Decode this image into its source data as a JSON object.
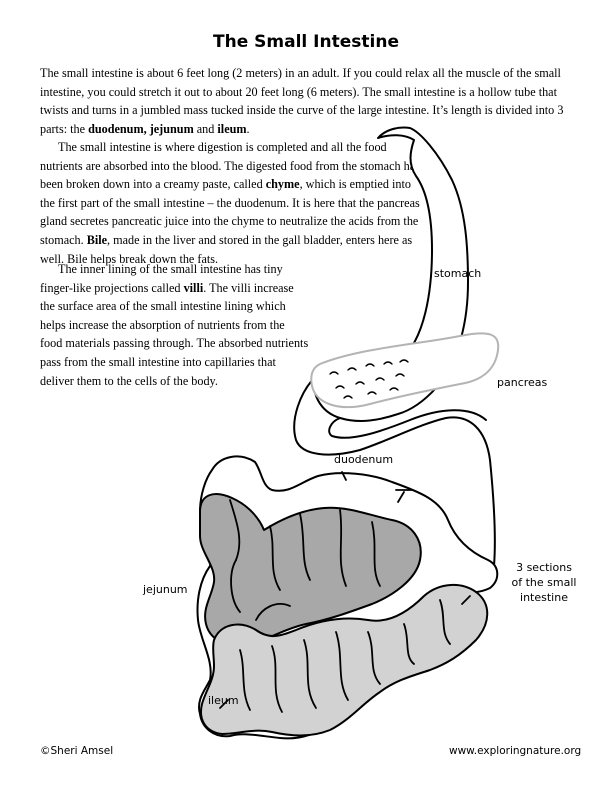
{
  "title": "The Small Intestine",
  "paragraph1": {
    "text1": "The small intestine is about 6 feet long (2 meters) in an adult. If you could relax all the muscle of the small intestine, you could stretch it out to about 20 feet long (6 meters). The small intestine is a hollow tube that twists and turns in a jumbled mass tucked inside the curve of the large intestine. It’s length is divided into 3 parts: the ",
    "b1": "duodenum",
    "t2": ", ",
    "b2": "jejunum",
    "t3": " and ",
    "b3": "ileum",
    "t4": "."
  },
  "paragraph2": {
    "text1": "The small intestine is where digestion is completed and all the food nutrients are absorbed into the blood. The digested food from the stomach has been broken down into a creamy paste, called ",
    "b1": "chyme",
    "text2": ", which is emptied into the first part of the small intestine – the duodenum. It is here that the pancreas gland secretes pancreatic juice into the chyme to neutralize the acids from the stomach. ",
    "b2": "Bile",
    "text3": ", made in the liver and stored in the gall bladder, enters here as well. Bile helps break down the fats."
  },
  "paragraph3": {
    "text1": "The inner lining of the small intestine has tiny finger-like projections called ",
    "b1": "villi",
    "text2": ". The villi increase the surface area of the small intestine lining which helps increase the absorption of nutrients from the food materials passing through. The absorbed nutrients pass from the small intestine into capillaries that deliver them to the cells of the body."
  },
  "labels": {
    "stomach": "stomach",
    "pancreas": "pancreas",
    "duodenum": "duodenum",
    "jejunum": "jejunum",
    "ileum": "ileum",
    "sections_line1": "3 sections",
    "sections_line2": "of the small",
    "sections_line3": "intestine"
  },
  "footer": {
    "copyright": "©Sheri Amsel",
    "website": "www.exploringnature.org"
  },
  "colors": {
    "jejunum": "#a8a8a8",
    "ileum": "#d2d2d2",
    "pancreas_outline": "#b4b4b4",
    "stomach_fill": "#ffffff"
  }
}
